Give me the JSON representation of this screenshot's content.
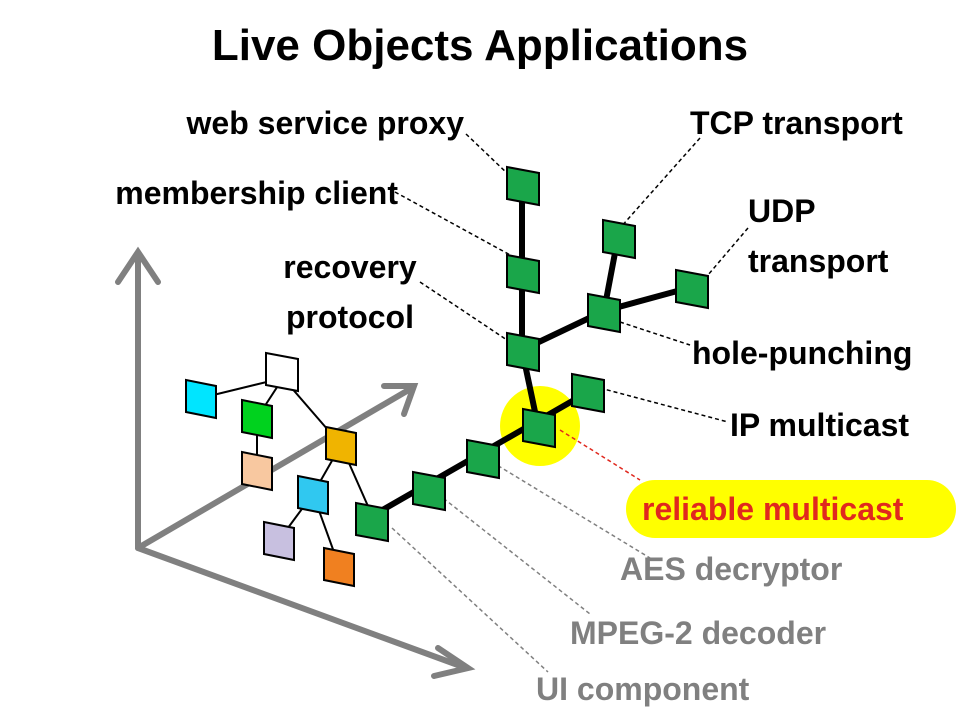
{
  "title": "Live Objects Applications",
  "labels": {
    "web_service_proxy": "web service proxy",
    "tcp_transport": "TCP transport",
    "membership_client": "membership client",
    "udp_line1": "UDP",
    "udp_line2": "transport",
    "recovery_line1": "recovery",
    "recovery_line2": "protocol",
    "hole_punching": "hole-punching",
    "ip_multicast": "IP multicast",
    "reliable_multicast": "reliable multicast",
    "aes_decryptor": "AES decryptor",
    "mpeg2_decoder": "MPEG-2 decoder",
    "ui_component": "UI component"
  },
  "colors": {
    "node_green": "#1aa64a",
    "highlight_yellow": "#ffff00",
    "axis_gray": "#808080",
    "emphasis_red": "#e0281e",
    "tree_cyan": "#00e5ff",
    "tree_green": "#00d21e",
    "tree_orange": "#f0b400",
    "tree_peach": "#f8c8a0",
    "tree_blue": "#30c8f0",
    "tree_lavender": "#c8c0e0",
    "tree_dark_orange": "#f08020"
  }
}
